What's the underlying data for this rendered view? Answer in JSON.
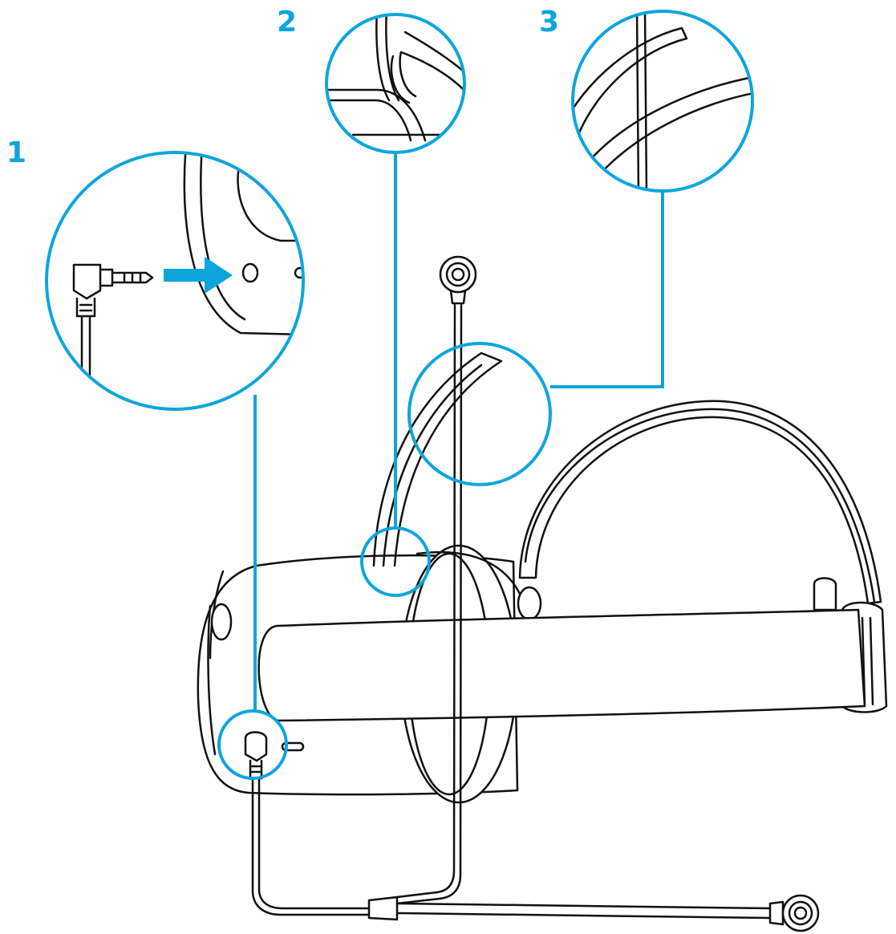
{
  "colors": {
    "accent": "#0EA5DD",
    "line": "#111111",
    "background": "#FFFFFF"
  },
  "steps": [
    {
      "label": "1",
      "description_icon": "plug-audio-jack-icon"
    },
    {
      "label": "2",
      "description_icon": "cable-clip-icon"
    },
    {
      "label": "3",
      "description_icon": "headband-routing-icon"
    }
  ]
}
